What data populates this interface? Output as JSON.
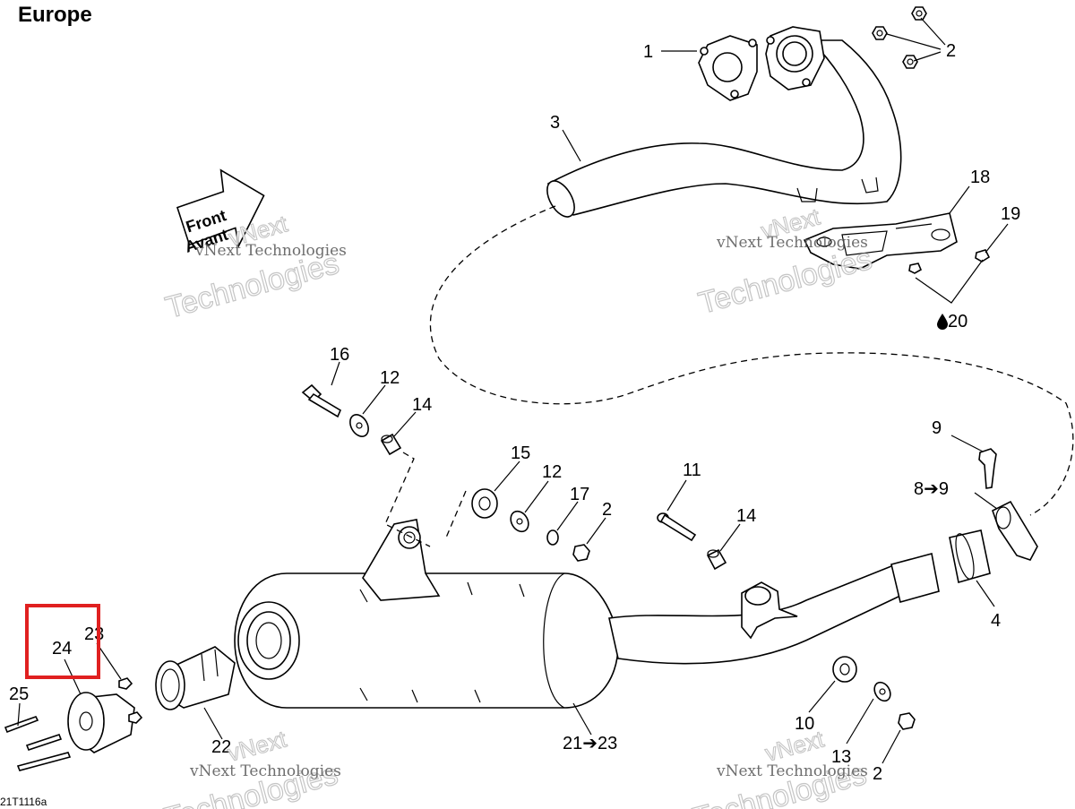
{
  "title": "Europe",
  "drawing_code": "21T1116a",
  "front_arrow": {
    "line1": "Front",
    "line2": "Avant"
  },
  "watermarks": [
    {
      "top": "vNext",
      "bottom": "Technologies",
      "caption": "vNext Technologies"
    },
    {
      "top": "vNext",
      "bottom": "Technologies",
      "caption": "vNext Technologies"
    },
    {
      "top": "vNext",
      "bottom": "Technologies",
      "caption": "vNext Technologies"
    },
    {
      "top": "vNext",
      "bottom": "Technologies",
      "caption": "vNext Technologies"
    }
  ],
  "callouts": {
    "c1": "1",
    "c2_top": "2",
    "c3": "3",
    "c18": "18",
    "c19": "19",
    "c20": "20",
    "c16": "16",
    "c12_a": "12",
    "c14_a": "14",
    "c15": "15",
    "c12_b": "12",
    "c17": "17",
    "c2_mid": "2",
    "c11": "11",
    "c14_b": "14",
    "c9": "9",
    "c8_9": "8➔9",
    "c4": "4",
    "c10": "10",
    "c13": "13",
    "c2_bot": "2",
    "c21_23": "21➔23",
    "c22": "22",
    "c23": "23",
    "c24": "24",
    "c25": "25"
  },
  "highlight": {
    "color": "#e02020",
    "label": "24"
  }
}
